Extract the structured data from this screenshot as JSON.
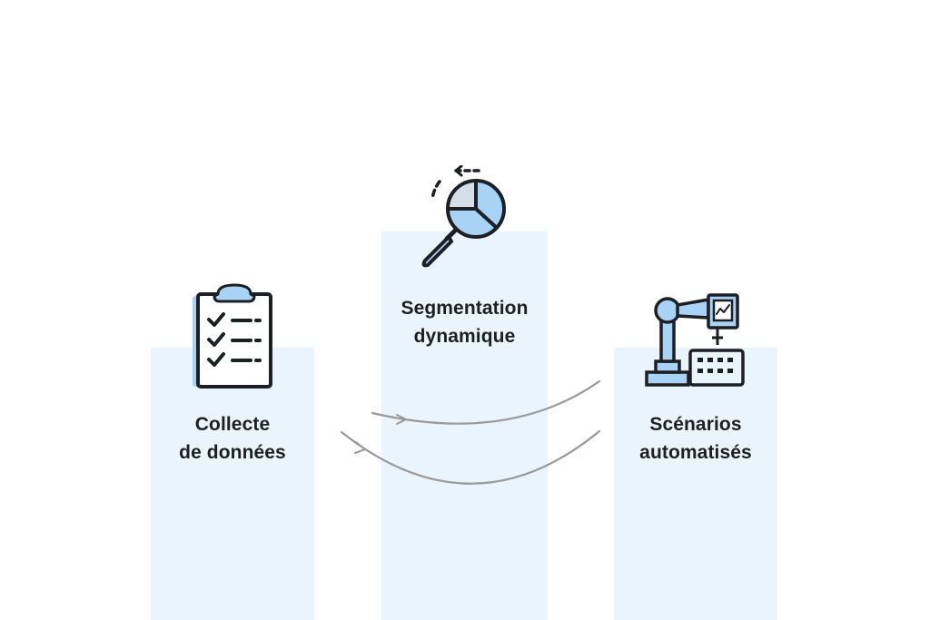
{
  "steps": [
    {
      "id": "collecte",
      "line1": "Collecte",
      "line2": "de données",
      "icon": "clipboard-checklist-icon"
    },
    {
      "id": "segmentation",
      "line1": "Segmentation",
      "line2": "dynamique",
      "icon": "magnifier-pie-chart-icon"
    },
    {
      "id": "scenarios",
      "line1": "Scénarios",
      "line2": "automatisés",
      "icon": "robot-arm-icon"
    }
  ],
  "colors": {
    "pillar": "#eaf4fd",
    "icon_fill": "#a9d3f5",
    "icon_stroke": "#1c1f24",
    "connector": "#9a9a9a",
    "text": "#1c1f24"
  }
}
